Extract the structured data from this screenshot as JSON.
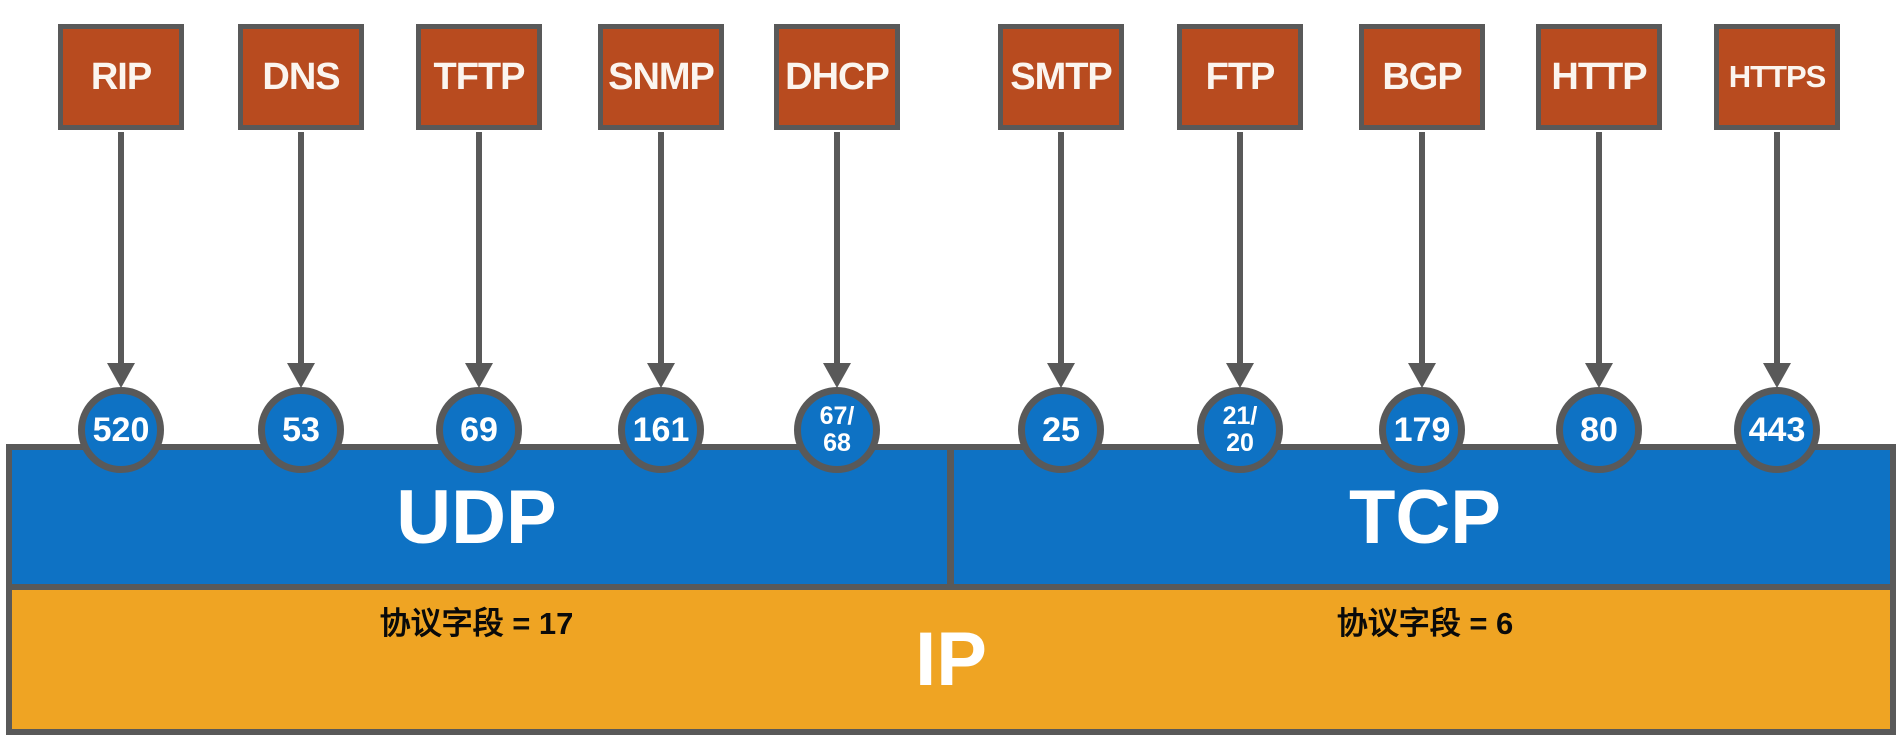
{
  "protocols": [
    {
      "name": "RIP",
      "port": "520",
      "port_lines": [
        "520"
      ],
      "transport": "UDP"
    },
    {
      "name": "DNS",
      "port": "53",
      "port_lines": [
        "53"
      ],
      "transport": "UDP"
    },
    {
      "name": "TFTP",
      "port": "69",
      "port_lines": [
        "69"
      ],
      "transport": "UDP"
    },
    {
      "name": "SNMP",
      "port": "161",
      "port_lines": [
        "161"
      ],
      "transport": "UDP"
    },
    {
      "name": "DHCP",
      "port": "67/68",
      "port_lines": [
        "67/",
        "68"
      ],
      "transport": "UDP"
    },
    {
      "name": "SMTP",
      "port": "25",
      "port_lines": [
        "25"
      ],
      "transport": "TCP"
    },
    {
      "name": "FTP",
      "port": "21/20",
      "port_lines": [
        "21/",
        "20"
      ],
      "transport": "TCP"
    },
    {
      "name": "BGP",
      "port": "179",
      "port_lines": [
        "179"
      ],
      "transport": "TCP"
    },
    {
      "name": "HTTP",
      "port": "80",
      "port_lines": [
        "80"
      ],
      "transport": "TCP"
    },
    {
      "name": "HTTPS",
      "port": "443",
      "port_lines": [
        "443"
      ],
      "transport": "TCP"
    }
  ],
  "transport_layer": {
    "udp": {
      "label": "UDP",
      "protocol_field": "协议字段 = 17"
    },
    "tcp": {
      "label": "TCP",
      "protocol_field": "协议字段 = 6"
    }
  },
  "network_layer": {
    "label": "IP"
  },
  "colors": {
    "protocol_box_fill": "#b84b1f",
    "port_circle_fill": "#0e72c4",
    "transport_bar_fill": "#0e72c4",
    "ip_bar_fill": "#efa423",
    "border_gray": "#595959",
    "arrow_gray": "#595959"
  }
}
